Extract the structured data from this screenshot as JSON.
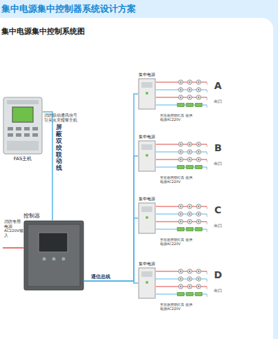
{
  "diagram": {
    "title": "集中电源集中控制器系统设计方案",
    "caption": "集中电源集中控制系统图",
    "nodes": [
      {
        "text": [
          "FAS主机"
        ]
      },
      {
        "text": [
          "控制器"
        ]
      },
      {
        "text": [
          "集中电源"
        ]
      },
      {
        "text": [
          "集中电源"
        ]
      },
      {
        "text": [
          "集中电源"
        ]
      },
      {
        "text": [
          "集中电源"
        ]
      }
    ],
    "edges": [
      {
        "from": 0,
        "to": 1,
        "arrow": "none",
        "label": "屏蔽双绞联动线"
      },
      {
        "from": 1,
        "to": 2,
        "arrow": "none"
      },
      {
        "from": 1,
        "to": 3,
        "arrow": "none"
      },
      {
        "from": 1,
        "to": 4,
        "arrow": "none"
      },
      {
        "from": 1,
        "to": 5,
        "arrow": "none",
        "label": "通信总线"
      }
    ],
    "labels": [
      "消防联动通讯信号 引至火灾报警主机",
      "消防专用电源 AC220V输入",
      "A",
      "出口",
      "B",
      "出口",
      "C",
      "出口",
      "D",
      "出口",
      "至应急照明灯具 提供电源AC220V",
      "至应急照明灯具 提供电源AC220V",
      "至应急照明灯具 提供电源AC220V",
      "至应急照明灯具 提供电源AC220V"
    ]
  }
}
